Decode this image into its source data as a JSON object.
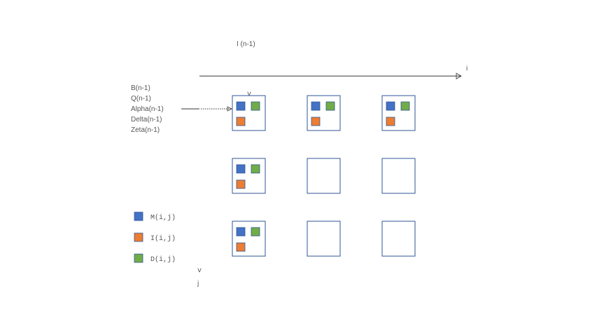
{
  "top_label": "I (n-1)",
  "axis_i_label": "i",
  "axis_j_label": "j",
  "down_marker": "v",
  "left_params": [
    "B(n-1)",
    "Q(n-1)",
    "Alpha(n-1)",
    "Delta(n-1)",
    "Zeta(n-1)"
  ],
  "legend": [
    {
      "label": "M(i,j)",
      "color": "#4472c4"
    },
    {
      "label": "I(i,j)",
      "color": "#ed7d31"
    },
    {
      "label": "D(i,j)",
      "color": "#70ad47"
    }
  ],
  "colors": {
    "m": "#4472c4",
    "i": "#ed7d31",
    "d": "#70ad47",
    "border": "#2f5597"
  },
  "grid": {
    "rows": 3,
    "cols": 3,
    "filled": [
      [
        true,
        true,
        true
      ],
      [
        true,
        false,
        false
      ],
      [
        true,
        false,
        false
      ]
    ]
  }
}
